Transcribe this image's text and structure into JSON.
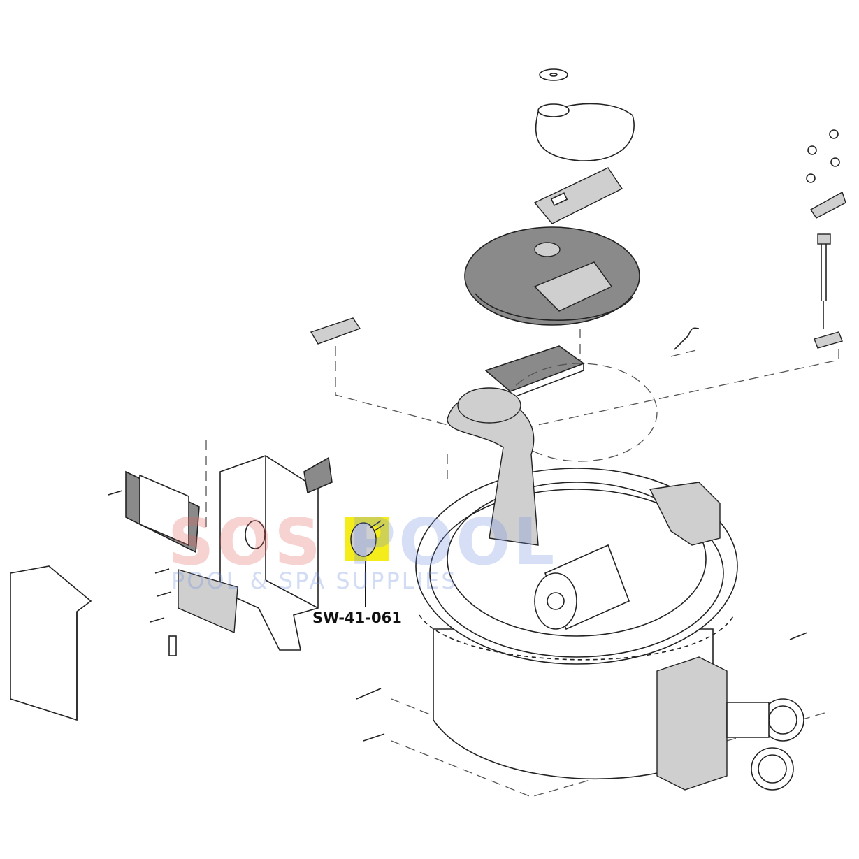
{
  "diagram": {
    "callout": {
      "part_number": "SW-41-061",
      "highlight_color": "#f5ec1c"
    },
    "watermark": {
      "brand_first": "SOS",
      "brand_second": "POOL",
      "tagline": "POOL & SPA SUPPLIES",
      "colors": {
        "first": "#e2605a",
        "second": "#6f8fe0"
      }
    }
  }
}
